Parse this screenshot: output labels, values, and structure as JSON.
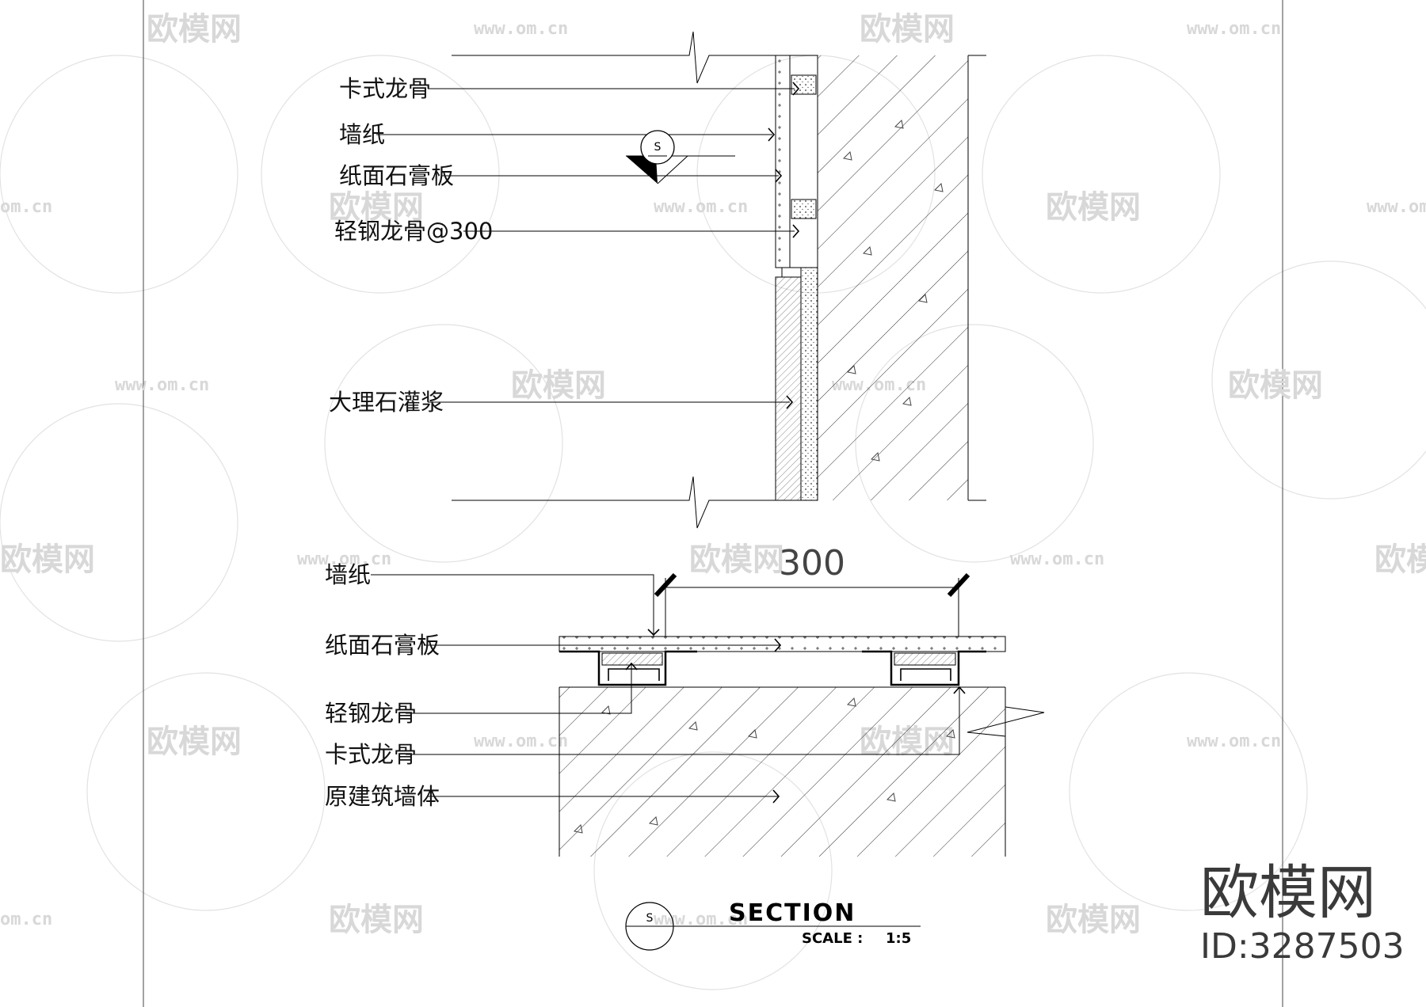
{
  "upper_section": {
    "labels": [
      "卡式龙骨",
      "墙纸",
      "纸面石膏板",
      "轻钢龙骨@300",
      "大理石灌浆"
    ],
    "marker_letter": "S"
  },
  "lower_section": {
    "labels": [
      "墙纸",
      "纸面石膏板",
      "轻钢龙骨",
      "卡式龙骨",
      "原建筑墙体"
    ],
    "dimension": "300"
  },
  "title_block": {
    "marker_letter": "S",
    "title": "SECTION",
    "scale_label": "SCALE :",
    "scale_value": "1:5"
  },
  "watermark": {
    "logo_text": "欧模网",
    "url_text": "www.om.cn",
    "url_short": "om.cn",
    "corner_logo": "欧模网",
    "corner_id": "ID:3287503"
  },
  "colors": {
    "ink": "#000000",
    "watermark": "#d8d8d8",
    "corner": "#3a3a3a"
  }
}
